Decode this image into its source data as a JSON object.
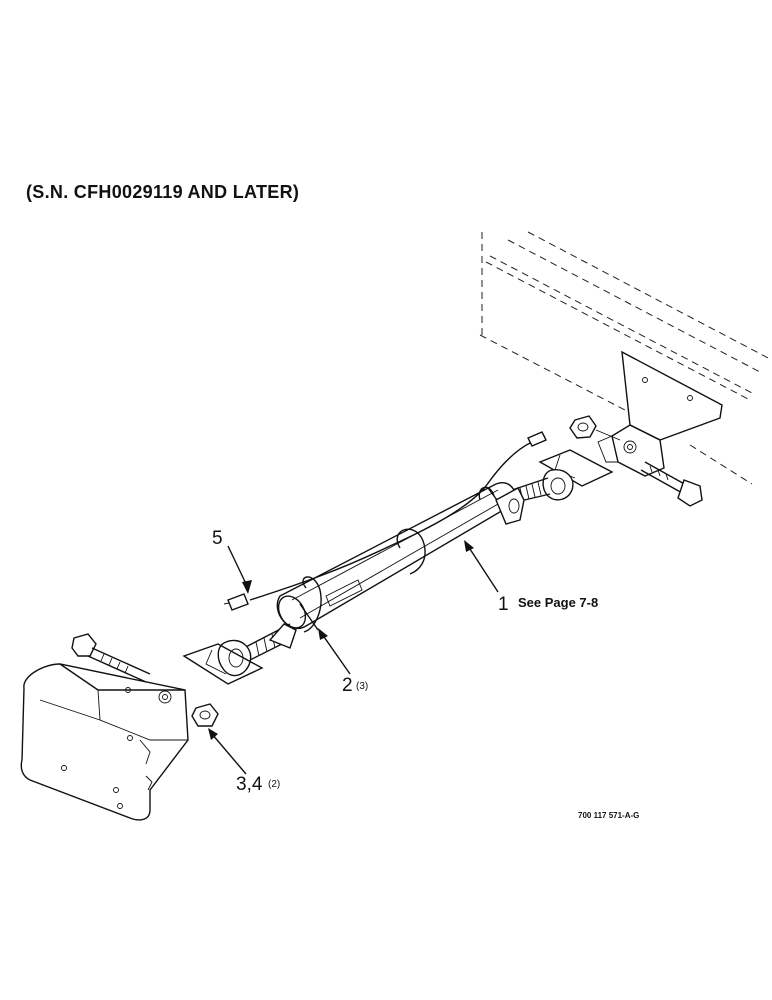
{
  "header": {
    "serial_note": "(S.N. CFH0029119 AND LATER)"
  },
  "callouts": [
    {
      "id": "1",
      "number": "1",
      "note": "See Page 7-8"
    },
    {
      "id": "2",
      "number": "2",
      "qty": "(3)"
    },
    {
      "id": "3",
      "number": "3,4",
      "qty": "(2)"
    },
    {
      "id": "5",
      "number": "5"
    }
  ],
  "drawing_number": "700 117 571-A-G"
}
